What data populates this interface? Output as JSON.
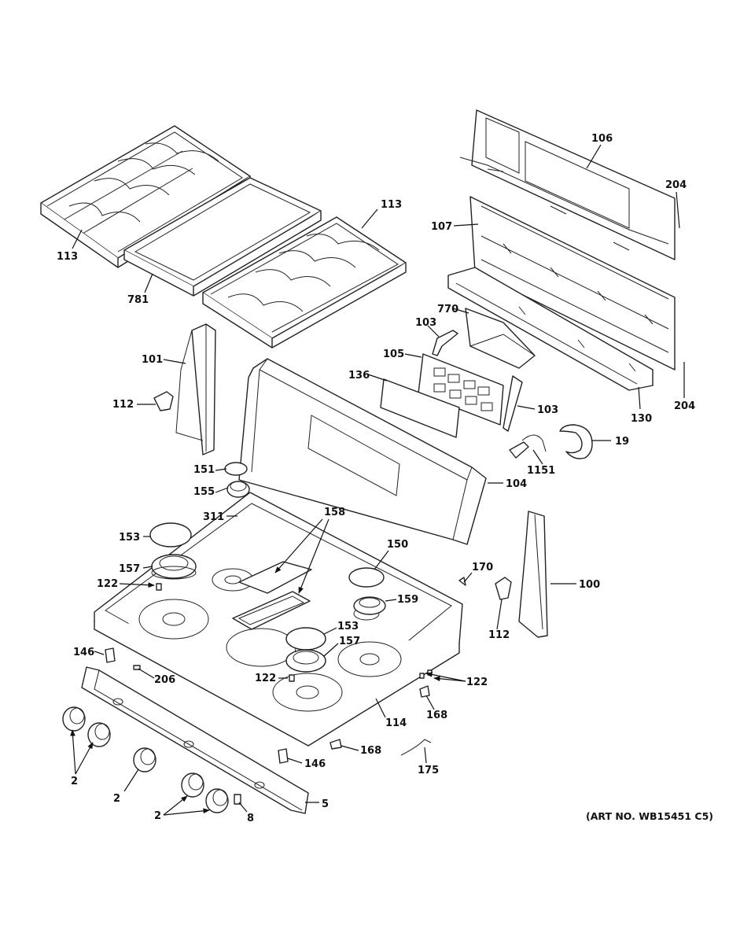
{
  "art_number": "(ART NO. WB15451 C5)",
  "callouts": [
    "113",
    "781",
    "113",
    "106",
    "204",
    "107",
    "770",
    "103",
    "105",
    "136",
    "103",
    "130",
    "204",
    "19",
    "1151",
    "101",
    "112",
    "151",
    "155",
    "104",
    "311",
    "158",
    "153",
    "150",
    "157",
    "170",
    "122",
    "159",
    "100",
    "112",
    "153",
    "157",
    "146",
    "206",
    "122",
    "122",
    "168",
    "114",
    "168",
    "146",
    "175",
    "2",
    "2",
    "2",
    "8",
    "5"
  ]
}
